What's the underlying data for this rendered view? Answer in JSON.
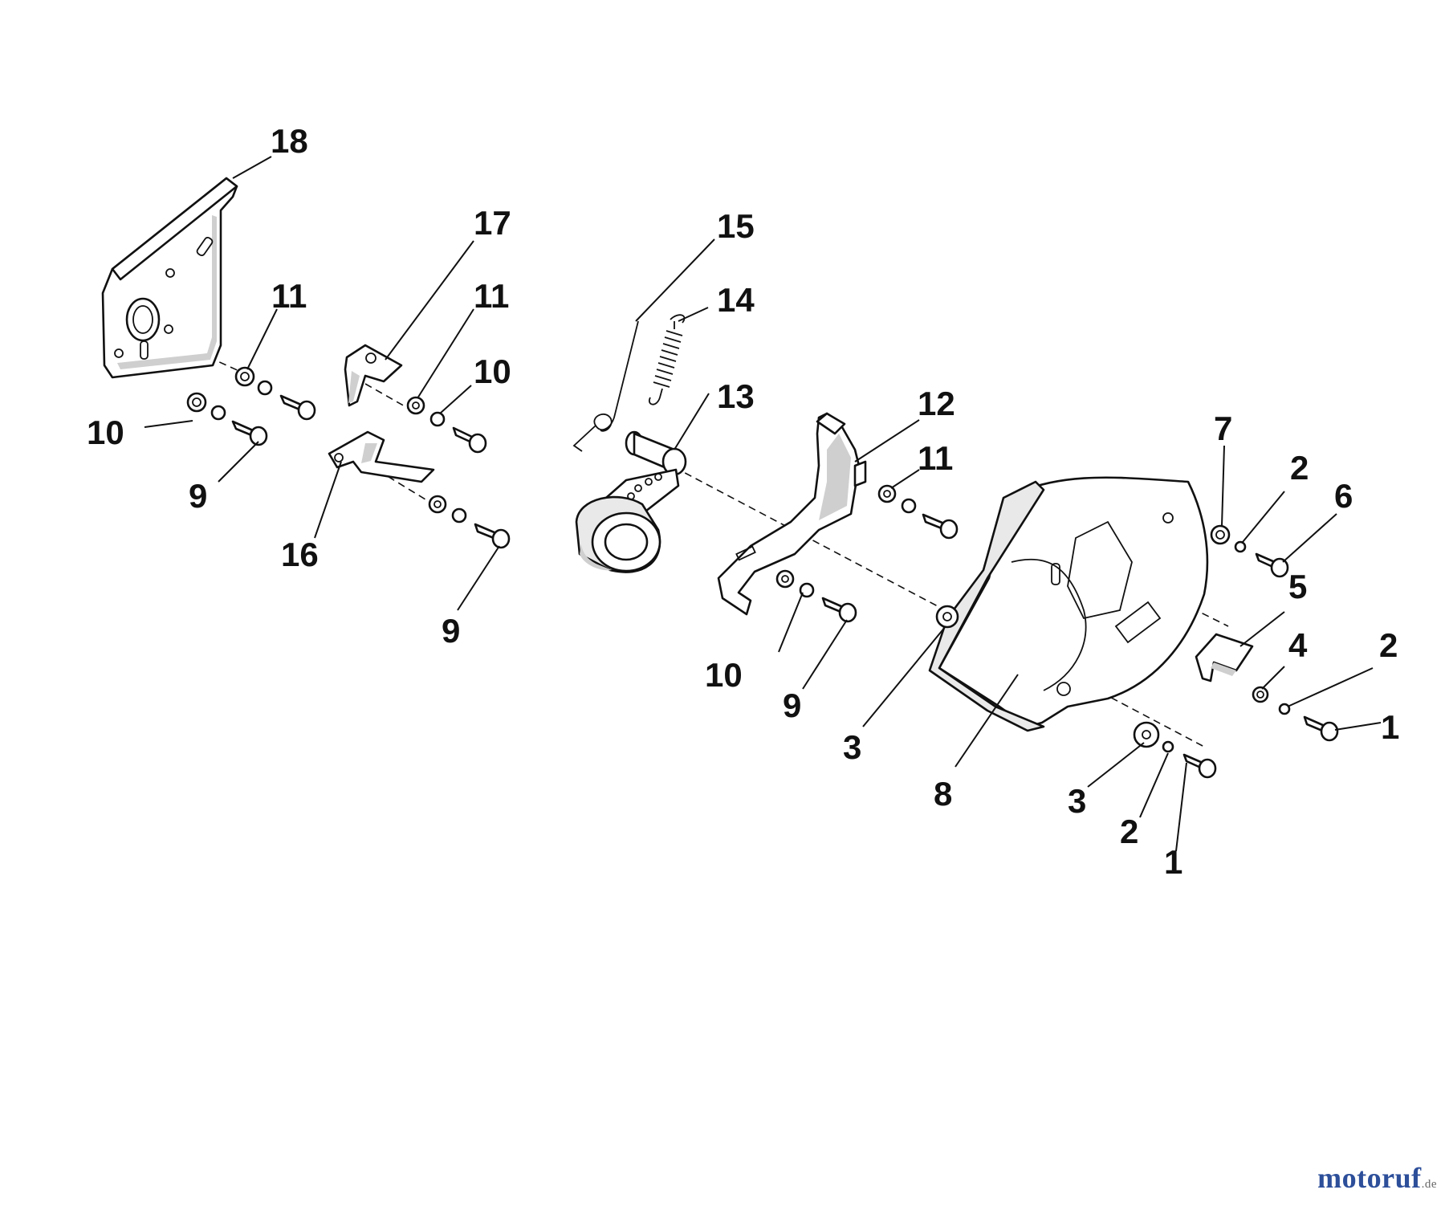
{
  "callouts": [
    {
      "id": "c18",
      "label": "18"
    },
    {
      "id": "c17",
      "label": "17"
    },
    {
      "id": "c15",
      "label": "15"
    },
    {
      "id": "c14",
      "label": "14"
    },
    {
      "id": "c13",
      "label": "13"
    },
    {
      "id": "c12",
      "label": "12"
    },
    {
      "id": "c11a",
      "label": "11"
    },
    {
      "id": "c11b",
      "label": "11"
    },
    {
      "id": "c11c",
      "label": "11"
    },
    {
      "id": "c10a",
      "label": "10"
    },
    {
      "id": "c10b",
      "label": "10"
    },
    {
      "id": "c10c",
      "label": "10"
    },
    {
      "id": "c9a",
      "label": "9"
    },
    {
      "id": "c9b",
      "label": "9"
    },
    {
      "id": "c9c",
      "label": "9"
    },
    {
      "id": "c16",
      "label": "16"
    },
    {
      "id": "c8",
      "label": "8"
    },
    {
      "id": "c7",
      "label": "7"
    },
    {
      "id": "c6",
      "label": "6"
    },
    {
      "id": "c5",
      "label": "5"
    },
    {
      "id": "c4",
      "label": "4"
    },
    {
      "id": "c3a",
      "label": "3"
    },
    {
      "id": "c3b",
      "label": "3"
    },
    {
      "id": "c2a",
      "label": "2"
    },
    {
      "id": "c2b",
      "label": "2"
    },
    {
      "id": "c2c",
      "label": "2"
    },
    {
      "id": "c1a",
      "label": "1"
    },
    {
      "id": "c1b",
      "label": "1"
    }
  ],
  "watermark": {
    "main": "motoruf",
    "suffix": ".de"
  }
}
